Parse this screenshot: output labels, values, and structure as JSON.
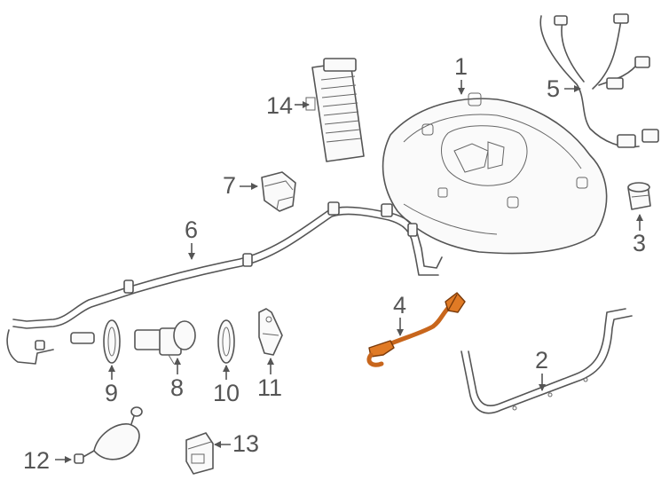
{
  "callouts": {
    "p1": "1",
    "p2": "2",
    "p3": "3",
    "p4": "4",
    "p5": "5",
    "p6": "6",
    "p7": "7",
    "p8": "8",
    "p9": "9",
    "p10": "10",
    "p11": "11",
    "p12": "12",
    "p13": "13",
    "p14": "14"
  },
  "colors": {
    "line": "#555555",
    "highlight": "#e07a25",
    "background": "#ffffff"
  }
}
